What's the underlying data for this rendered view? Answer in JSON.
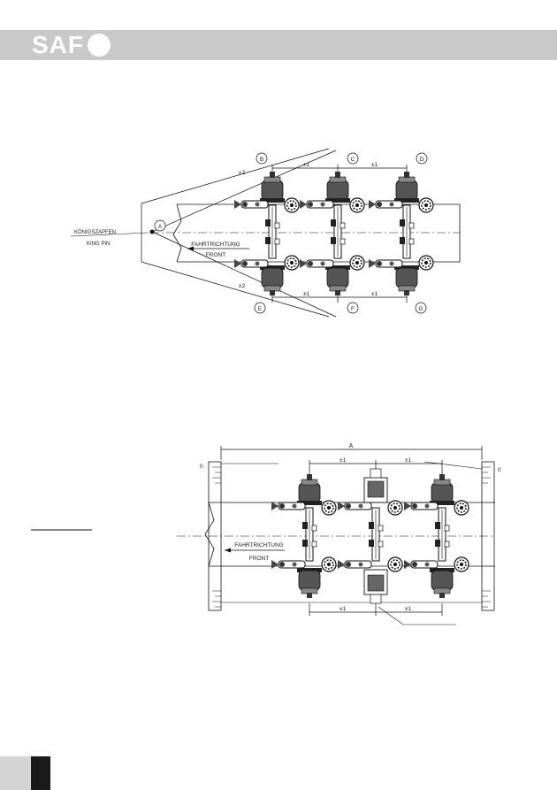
{
  "brand": {
    "logo_text": "SAF"
  },
  "diagram_top": {
    "labels": {
      "kingpin_de": "KÖNIGSZAPFEN",
      "kingpin_en": "KING PIN",
      "direction_de": "FAHRTRICHTUNG",
      "direction_en": "FRONT"
    },
    "points": [
      "A",
      "B",
      "C",
      "D",
      "E",
      "F",
      "G"
    ],
    "tolerances": {
      "diag_top": "±2",
      "diag_bottom": "±2",
      "spacing_1": "±1",
      "spacing_2": "±1",
      "spacing_3": "±1",
      "spacing_4": "±1"
    }
  },
  "diagram_bottom": {
    "labels": {
      "direction_de": "FAHRTRICHTUNG",
      "direction_en": "FRONT",
      "overall": "A",
      "scale_zero_left": "0",
      "scale_zero_right": "0"
    },
    "tolerances": {
      "top_1": "±1",
      "top_2": "±1",
      "bottom_1": "±1",
      "bottom_2": "±1"
    }
  }
}
